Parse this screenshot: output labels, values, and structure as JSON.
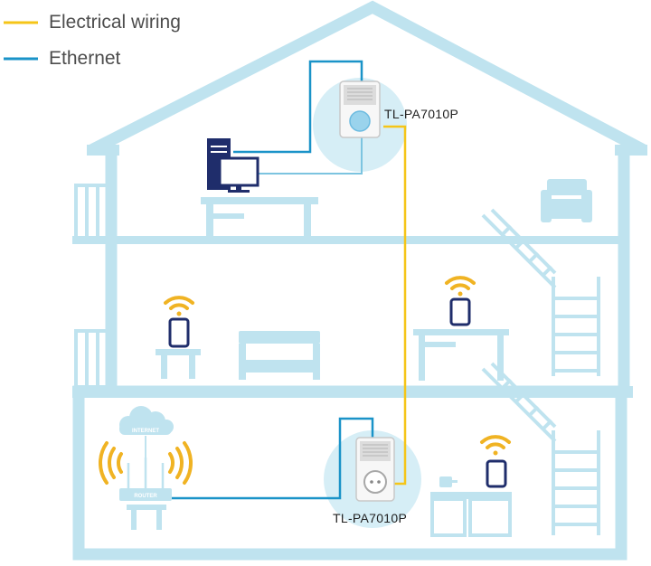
{
  "legend": {
    "items": [
      {
        "label": "Electrical wiring",
        "color": "#f5c518",
        "icon": "yellow-line-icon"
      },
      {
        "label": "Ethernet",
        "color": "#1a93c8",
        "icon": "blue-line-icon"
      }
    ]
  },
  "devices": {
    "top_adapter": {
      "label": "TL-PA7010P",
      "icon": "powerline-adapter-icon"
    },
    "bottom_adapter": {
      "label": "TL-PA7010P",
      "icon": "powerline-adapter-icon"
    },
    "cloud": {
      "label": "INTERNET",
      "icon": "cloud-icon"
    },
    "router": {
      "label": "ROUTER",
      "icon": "router-icon"
    }
  },
  "colors": {
    "house": "#bfe3ef",
    "highlight_circle": "#d6eef6",
    "electrical": "#f5c518",
    "ethernet": "#1a93c8",
    "wifi": "#f0b323",
    "dark_device": "#1f2d6b"
  }
}
